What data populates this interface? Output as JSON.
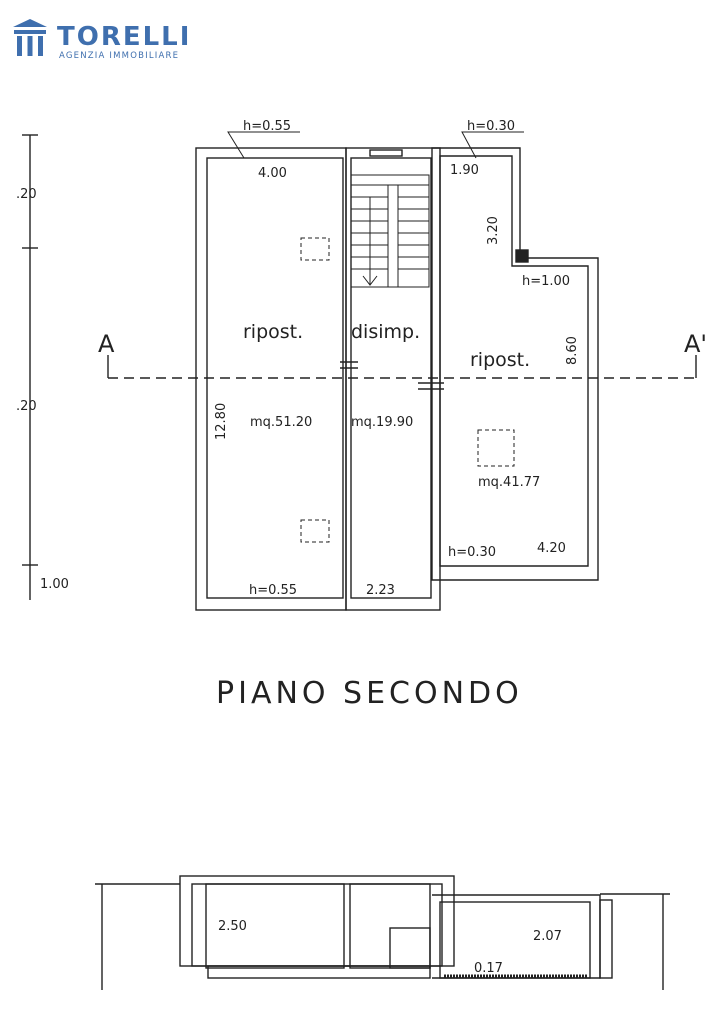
{
  "logo": {
    "name": "TORELLI",
    "tagline": "AGENZIA IMMOBILIARE",
    "color": "#3f6fae"
  },
  "plan": {
    "title": "PIANO SECONDO",
    "section_marker_left": "A",
    "section_marker_right": "A'",
    "rooms": [
      {
        "label": "ripost.",
        "area": "mq.51.20"
      },
      {
        "label": "disimp.",
        "area": "mq.19.90"
      },
      {
        "label": "ripost.",
        "area": "mq.41.77"
      }
    ],
    "dimensions": {
      "left_width": "4.00",
      "left_height": "12.80",
      "middle_width": "2.23",
      "right_top": "1.90",
      "right_side": "3.20",
      "right_height": "8.60",
      "right_width": "4.20",
      "margin_top": ".20",
      "margin_mid": ".20",
      "margin_bottom": "1.00"
    },
    "heights": {
      "left_top": "h=0.55",
      "left_bottom": "h=0.55",
      "right_top": "h=0.30",
      "right_mid": "h=1.00",
      "right_bottom": "h=0.30"
    }
  },
  "section": {
    "left_height": "2.50",
    "right_height": "2.07",
    "floor_step": "0.17"
  }
}
